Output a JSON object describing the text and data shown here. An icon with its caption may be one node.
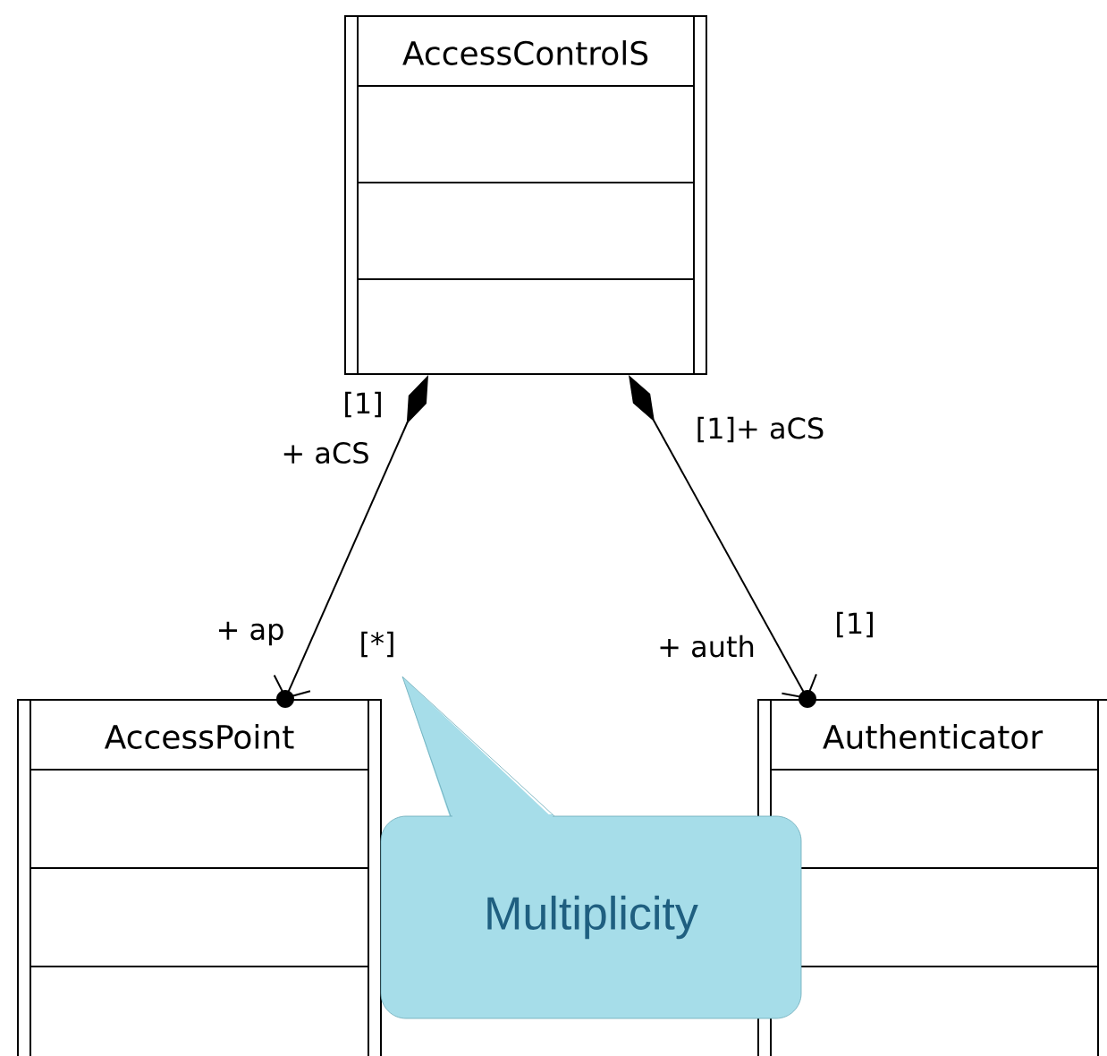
{
  "diagram": {
    "nodes": [
      {
        "text": [
          "AccessControlS"
        ]
      },
      {
        "text": [
          "AccessPoint"
        ]
      },
      {
        "text": [
          "Authenticator"
        ]
      },
      {
        "text": [
          "Multiplicity"
        ]
      }
    ],
    "edges": [
      {
        "from": 0,
        "to": 1,
        "arrow": "to"
      },
      {
        "from": 0,
        "to": 2,
        "arrow": "to"
      }
    ],
    "labels": [
      "[1]",
      "+ aCS",
      "+ ap",
      "[*]",
      "[1]+ aCS",
      "+ auth",
      "[1]"
    ]
  }
}
